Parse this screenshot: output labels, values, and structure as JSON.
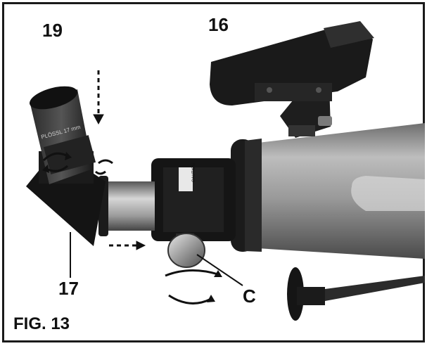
{
  "labels": {
    "finder": "16",
    "diagonal": "17",
    "eyepiece": "19",
    "focus_knob": "C"
  },
  "caption": "FIG. 13",
  "eyepiece_text": "PLÖSSL 17 mm",
  "colors": {
    "ink": "#111111",
    "frame": "#1a1a1a",
    "tube_mid": "#8c8c8c"
  }
}
